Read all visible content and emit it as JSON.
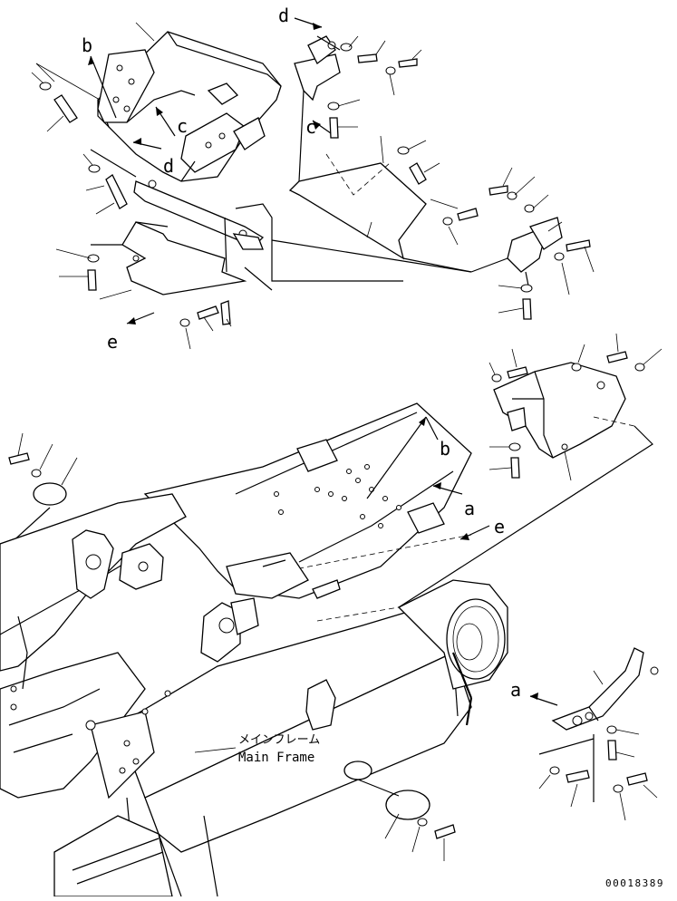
{
  "labels": {
    "a_top": "a",
    "a_bottom": "a",
    "b_top": "b",
    "b_bottom": "b",
    "c_top": "c",
    "c_mid": "c",
    "d_top": "d",
    "d_mid": "d",
    "e_left": "e",
    "e_right": "e"
  },
  "main_frame": {
    "label_jp": "メインフレーム",
    "label_en": "Main Frame"
  },
  "figure_number": "00018389"
}
